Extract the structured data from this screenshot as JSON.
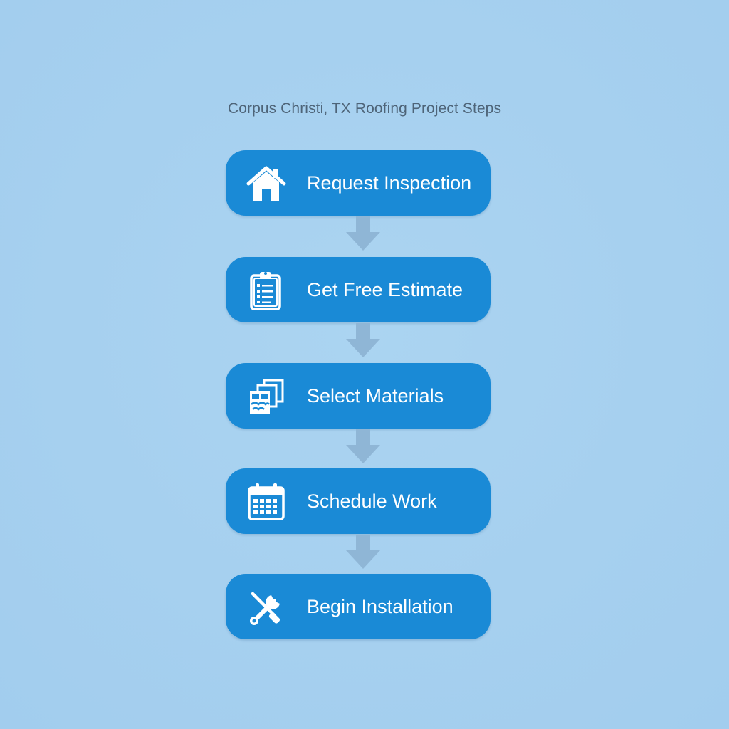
{
  "title": "Corpus Christi, TX Roofing Project Steps",
  "colors": {
    "background": "#a6d0ef",
    "step_fill": "#1a8ad6",
    "arrow": "#8fb6d6",
    "title_text": "#4e6478",
    "label_text": "#ffffff"
  },
  "steps": [
    {
      "label": "Request Inspection",
      "icon": "house-icon"
    },
    {
      "label": "Get Free Estimate",
      "icon": "clipboard-checklist-icon"
    },
    {
      "label": "Select Materials",
      "icon": "material-swatches-icon"
    },
    {
      "label": "Schedule Work",
      "icon": "calendar-icon"
    },
    {
      "label": "Begin Installation",
      "icon": "wrench-screwdriver-icon"
    }
  ]
}
